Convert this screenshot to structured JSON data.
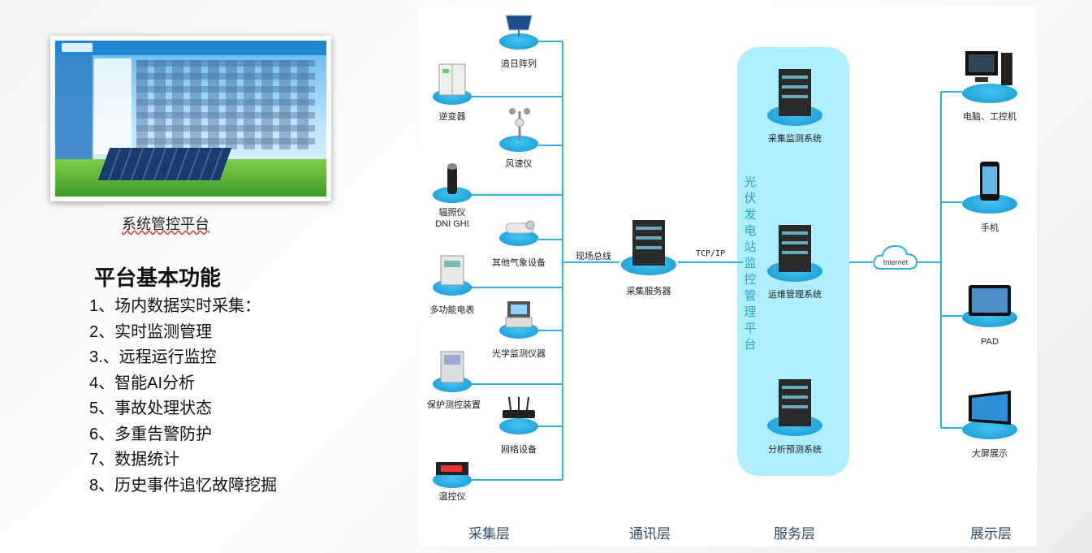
{
  "thumbnail": {
    "caption": "系统管控平台"
  },
  "functions": {
    "title": "平台基本功能",
    "items": [
      "1、场内数据实时采集：",
      "2、实时监测管理",
      "3.、远程运行监控",
      "4、智能AI分析",
      "5、事故处理状态",
      "6、多重告警防护",
      "7、数据统计",
      "8、历史事件追忆故障挖掘"
    ]
  },
  "diagram": {
    "collection_devices_right": [
      "追日阵列",
      "风速仪",
      "其他气象设备",
      "光学监测仪器",
      "网络设备"
    ],
    "collection_devices_left": [
      "逆变器",
      "辐照仪\nDNI GHI",
      "多功能电表",
      "保护测控装置",
      "温控仪"
    ],
    "bus_label": "现场总线",
    "collection_server": "采集服务器",
    "protocol_label": "TCP/IP",
    "platform_title": "光伏发电站监控管理平台",
    "platform_systems": [
      "采集监测系统",
      "运维管理系统",
      "分析预测系统"
    ],
    "cloud_label": "Internet",
    "display_devices": [
      "电脑、工控机",
      "手机",
      "PAD",
      "大屏展示"
    ],
    "layers": [
      "采集层",
      "通讯层",
      "服务层",
      "展示层"
    ],
    "colors": {
      "line": "#2fb0e0",
      "platform_bg": "#aeeeff",
      "disc": "#1ea6e0",
      "layer_text": "#2b4a6a"
    }
  }
}
